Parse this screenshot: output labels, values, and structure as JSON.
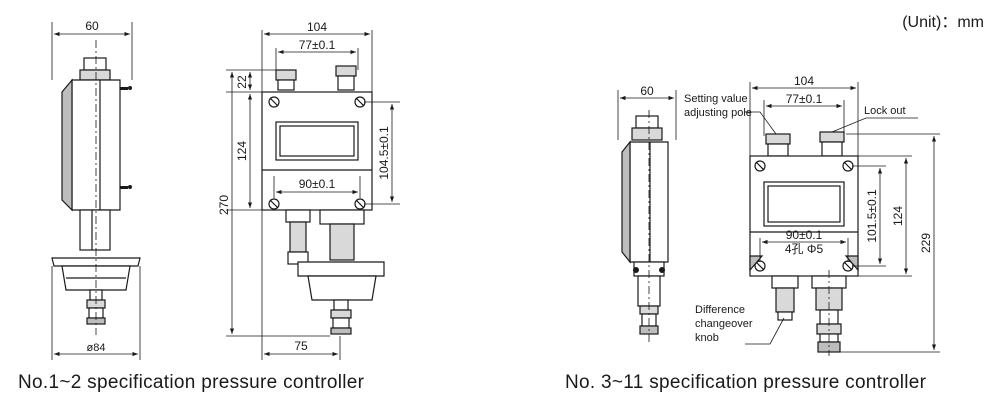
{
  "unit_label": "(Unit)：mm",
  "figure1": {
    "caption": "No.1~2 specification pressure controller",
    "side_view": {
      "width_dim": "60",
      "base_dim": "ø84"
    },
    "front_view": {
      "overall_width": "104",
      "screw_spacing": "77±0.1",
      "top_offset": "22",
      "body_height": "124",
      "hole_spacing_v": "104.5±0.1",
      "hole_spacing_h": "90±0.1",
      "overall_height": "270",
      "port_offset": "75"
    }
  },
  "figure2": {
    "caption": "No. 3~11 specification pressure controller",
    "side_view": {
      "width_dim": "60"
    },
    "front_view": {
      "overall_width": "104",
      "screw_spacing": "77±0.1",
      "hole_spacing_v": "101.5±0.1",
      "body_height": "124",
      "overall_height": "229",
      "hole_spacing_h": "90±0.1",
      "holes_note": "4孔 Φ5"
    },
    "labels": {
      "setting_pole_line1": "Setting value",
      "setting_pole_line2": "adjusting pole",
      "lock_out": "Lock out",
      "diff_line1": "Difference",
      "diff_line2": "changeover",
      "diff_line3": "knob"
    }
  }
}
